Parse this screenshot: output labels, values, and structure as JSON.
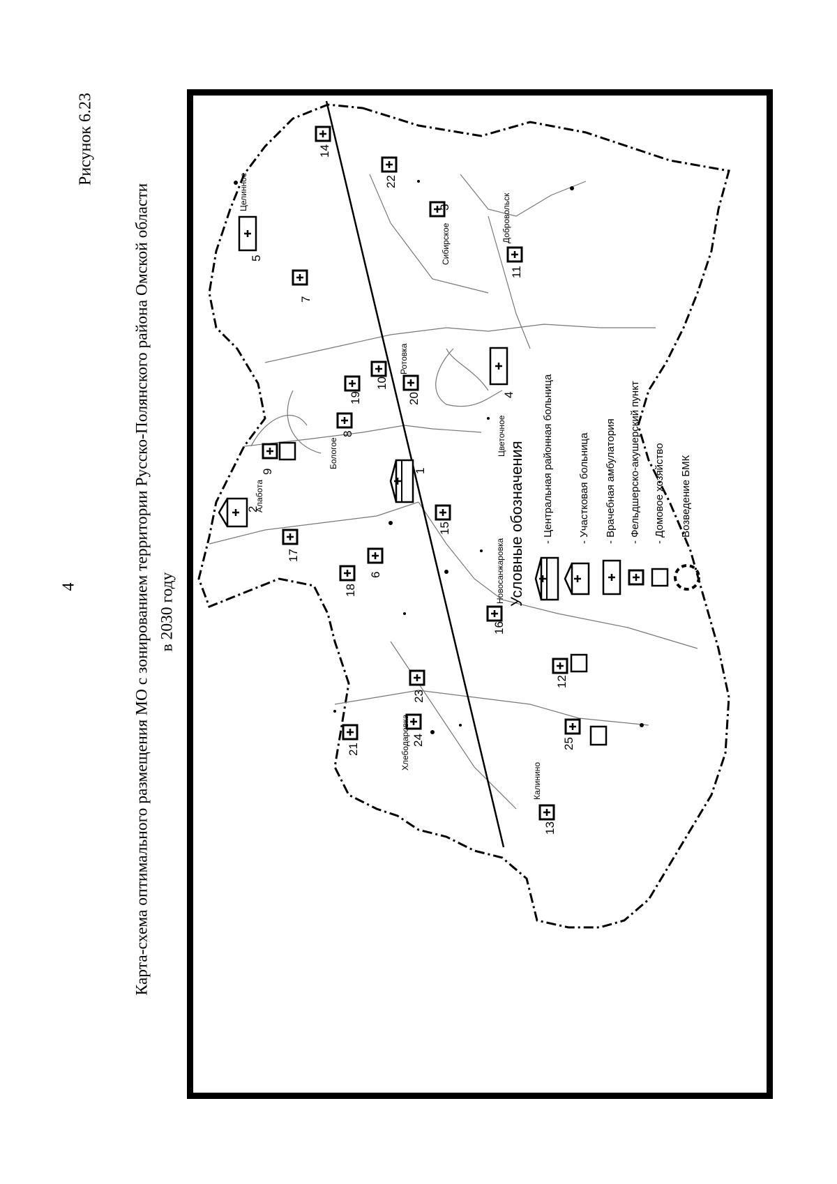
{
  "page_number": "4",
  "figure_number": "Рисунок 6.23",
  "title_line1": "Карта-схема оптимального размещения МО с зонированием территории Русско-Полянского района Омской области",
  "title_line2": "в 2030 году",
  "map": {
    "settlements": [
      {
        "number": "1",
        "type": "crb"
      },
      {
        "number": "2",
        "name": "Алабота",
        "type": "district_hospital"
      },
      {
        "number": "3",
        "name": "Сибирское",
        "type": "fap"
      },
      {
        "number": "4",
        "name": "Цветочное",
        "type": "ambulatory"
      },
      {
        "number": "5",
        "name": "Целинное",
        "type": "ambulatory"
      },
      {
        "number": "6",
        "type": "fap"
      },
      {
        "number": "7",
        "type": "fap"
      },
      {
        "number": "8",
        "name": "Бологое",
        "type": "fap"
      },
      {
        "number": "9",
        "type": "fap"
      },
      {
        "number": "10",
        "type": "fap"
      },
      {
        "number": "11",
        "name": "Добровольск",
        "type": "fap"
      },
      {
        "number": "12",
        "type": "fap"
      },
      {
        "number": "13",
        "name": "Калинино",
        "type": "fap"
      },
      {
        "number": "14",
        "type": "fap"
      },
      {
        "number": "15",
        "type": "fap"
      },
      {
        "number": "16",
        "name": "Новосанжаровка",
        "type": "fap"
      },
      {
        "number": "17",
        "type": "fap"
      },
      {
        "number": "18",
        "type": "fap"
      },
      {
        "number": "19",
        "type": "fap"
      },
      {
        "number": "20",
        "name": "Ротовка",
        "type": "fap"
      },
      {
        "number": "21",
        "type": "fap"
      },
      {
        "number": "22",
        "type": "fap"
      },
      {
        "number": "23",
        "type": "fap"
      },
      {
        "number": "24",
        "name": "Хлебодаровка",
        "type": "fap"
      },
      {
        "number": "25",
        "type": "fap"
      }
    ]
  },
  "legend": {
    "title": "Условные обозначения",
    "items": [
      {
        "symbol": "crb",
        "label": "- Центральная районная больница"
      },
      {
        "symbol": "district_hospital",
        "label": "- Участковая больница"
      },
      {
        "symbol": "ambulatory",
        "label": "- Врачебная амбулатория"
      },
      {
        "symbol": "fap",
        "label": "- Фельдшерско-акушерский пункт"
      },
      {
        "symbol": "household",
        "label": "- Домовое хозяйство"
      },
      {
        "symbol": "bmk",
        "label": "- Возведение БМК"
      }
    ]
  }
}
